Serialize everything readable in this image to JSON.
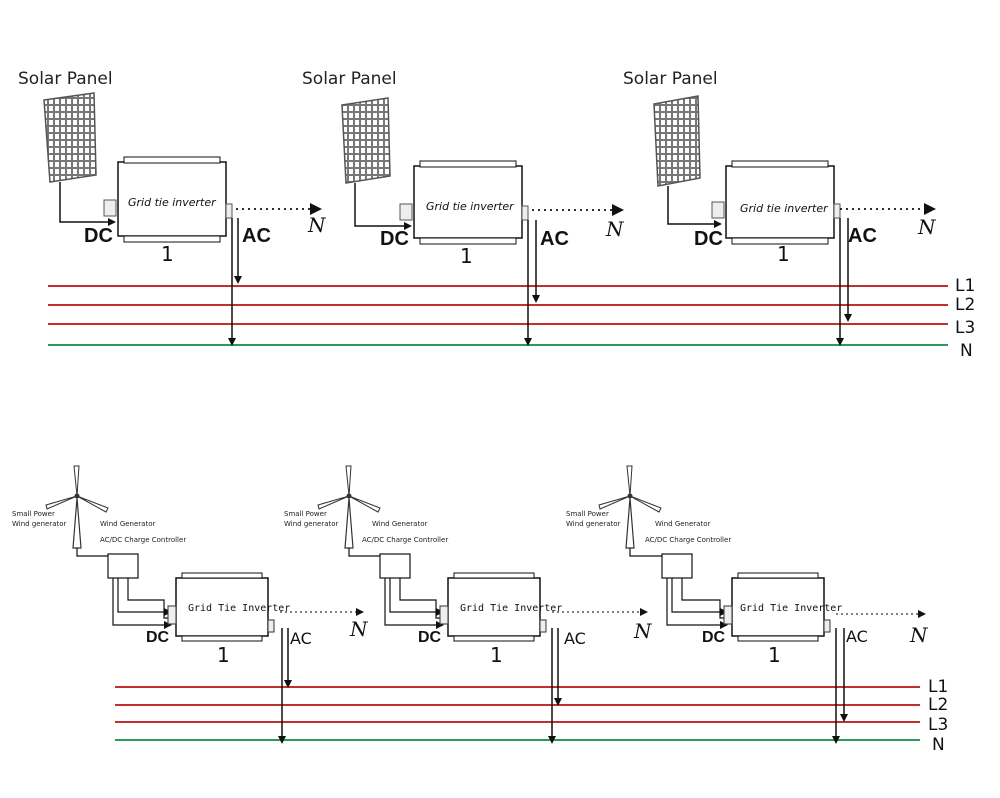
{
  "top": {
    "units": [
      {
        "panel_label": "Solar Panel",
        "inverter_label": "Grid tie inverter",
        "dc": "DC",
        "ac": "AC",
        "n": "N",
        "number": "1",
        "phase": "L1"
      },
      {
        "panel_label": "Solar Panel",
        "inverter_label": "Grid tie inverter",
        "dc": "DC",
        "ac": "AC",
        "n": "N",
        "number": "1",
        "phase": "L2"
      },
      {
        "panel_label": "Solar Panel",
        "inverter_label": "Grid tie inverter",
        "dc": "DC",
        "ac": "AC",
        "n": "N",
        "number": "1",
        "phase": "L3"
      }
    ],
    "buses": [
      {
        "label": "L1",
        "color": "#c0302f"
      },
      {
        "label": "L2",
        "color": "#c0302f"
      },
      {
        "label": "L3",
        "color": "#c0302f"
      },
      {
        "label": "N",
        "color": "#2e9a5a"
      }
    ]
  },
  "bottom": {
    "units": [
      {
        "wind_label_1": "Small Power",
        "wind_label_2": "Wind generator",
        "ctrl_label_1": "Wind Generator",
        "ctrl_label_2": "AC/DC Charge Controller",
        "inverter_label": "Grid Tie Inverter",
        "dc": "DC",
        "ac": "AC",
        "n": "N",
        "number": "1",
        "phase": "L1"
      },
      {
        "wind_label_1": "Small Power",
        "wind_label_2": "Wind generator",
        "ctrl_label_1": "Wind Generator",
        "ctrl_label_2": "AC/DC Charge Controller",
        "inverter_label": "Grid Tie Inverter",
        "dc": "DC",
        "ac": "AC",
        "n": "N",
        "number": "1",
        "phase": "L2"
      },
      {
        "wind_label_1": "Small Power",
        "wind_label_2": "Wind generator",
        "ctrl_label_1": "Wind Generator",
        "ctrl_label_2": "AC/DC Charge Controller",
        "inverter_label": "Grid Tie Inverter",
        "dc": "DC",
        "ac": "AC",
        "n": "N",
        "number": "1",
        "phase": "L3"
      }
    ],
    "buses": [
      {
        "label": "L1",
        "color": "#c0302f"
      },
      {
        "label": "L2",
        "color": "#c0302f"
      },
      {
        "label": "L3",
        "color": "#c0302f"
      },
      {
        "label": "N",
        "color": "#2e9a5a"
      }
    ]
  },
  "colors": {
    "line": "#111111",
    "phase": "#c0302f",
    "neutral": "#2e9a5a"
  }
}
